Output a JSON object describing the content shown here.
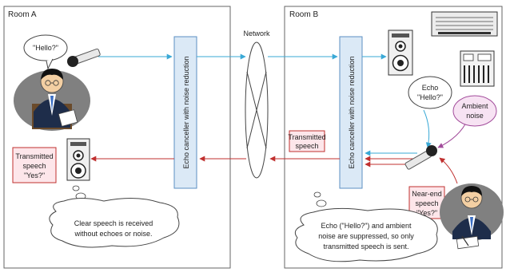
{
  "rooms": {
    "a_label": "Room A",
    "b_label": "Room B"
  },
  "network_label": "Network",
  "canceller_label": "Echo canceller with noise reduction",
  "room_a": {
    "speech_bubble": "\"Hello?\"",
    "transmitted": [
      "Transmitted",
      "speech",
      "\"Yes?\""
    ],
    "thought": [
      "Clear speech is received",
      "without echoes or noise."
    ]
  },
  "room_b": {
    "echo": [
      "Echo",
      "\"Hello?\""
    ],
    "ambient": [
      "Ambient",
      "noise"
    ],
    "transmitted": [
      "Transmitted",
      "speech"
    ],
    "near_end": [
      "Near-end",
      "speech",
      "\"Yes?\""
    ],
    "thought": [
      "Echo (\"Hello?\") and ambient",
      "noise are suppressed, so only",
      "transmitted speech is sent."
    ]
  },
  "colors": {
    "blue_signal": "#3aa9d6",
    "red_signal": "#c0302f",
    "canceller_fill": "#dbe9f6",
    "canceller_stroke": "#5b8fc3",
    "pink_box_fill": "#fde6ea",
    "pink_box_stroke": "#c0302f",
    "ambient_fill": "#f7e3f3",
    "ambient_stroke": "#a24c9b"
  }
}
